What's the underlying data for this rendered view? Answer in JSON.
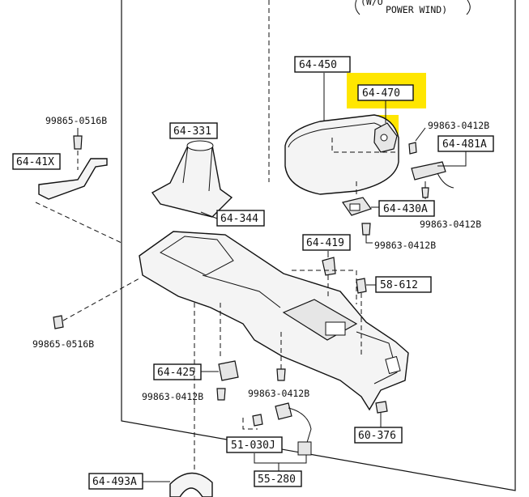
{
  "header_note": {
    "line1": "(W/O",
    "line2": "POWER WIND)"
  },
  "highlight_color": "#ffe600",
  "parts": {
    "p64_450": "64-450",
    "p64_470": "64-470",
    "p99863_0412b_a": "99863-0412B",
    "p64_481a": "64-481A",
    "p64_430a": "64-430A",
    "p99863_0412b_b": "99863-0412B",
    "p64_331": "64-331",
    "p64_344": "64-344",
    "p99865_0516b_a": "99865-0516B",
    "p64_41x": "64-41X",
    "p64_419": "64-419",
    "p99863_0412b_c": "99863-0412B",
    "p58_612": "58-612",
    "p99865_0516b_b": "99865-0516B",
    "p64_425": "64-425",
    "p99863_0412b_d": "99863-0412B",
    "p99863_0412b_e": "99863-0412B",
    "p51_030j": "51-030J",
    "p55_280": "55-280",
    "p60_376": "60-376",
    "p64_493a": "64-493A"
  }
}
